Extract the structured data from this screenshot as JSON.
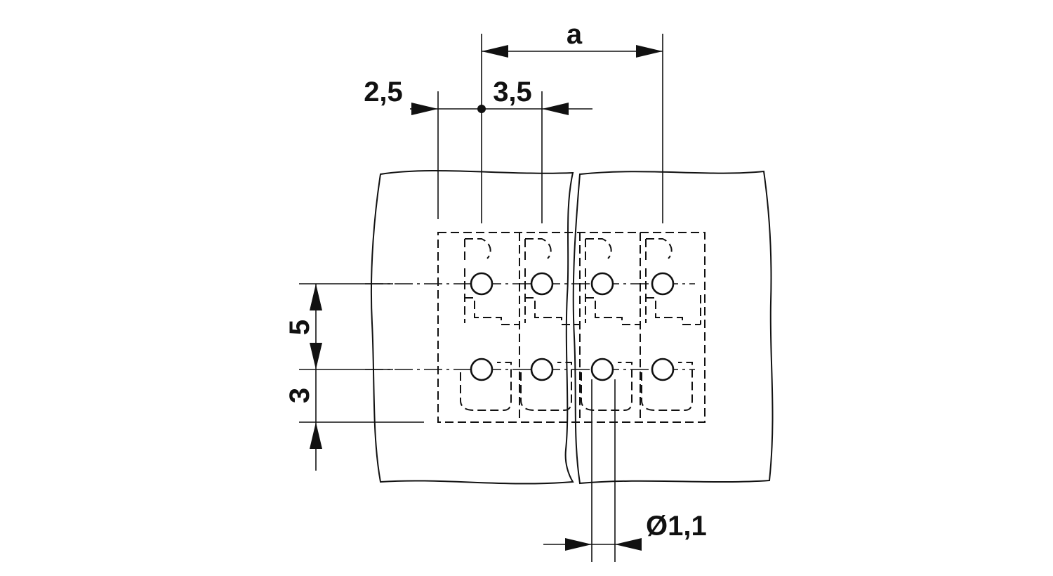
{
  "dimensions": {
    "a": "a",
    "offset_left": "2,5",
    "offset_right": "3,5",
    "row_spacing": "5",
    "edge_bottom": "3",
    "hole_diameter": "Ø1,1"
  },
  "colors": {
    "line": "#111111",
    "background": "#ffffff"
  }
}
